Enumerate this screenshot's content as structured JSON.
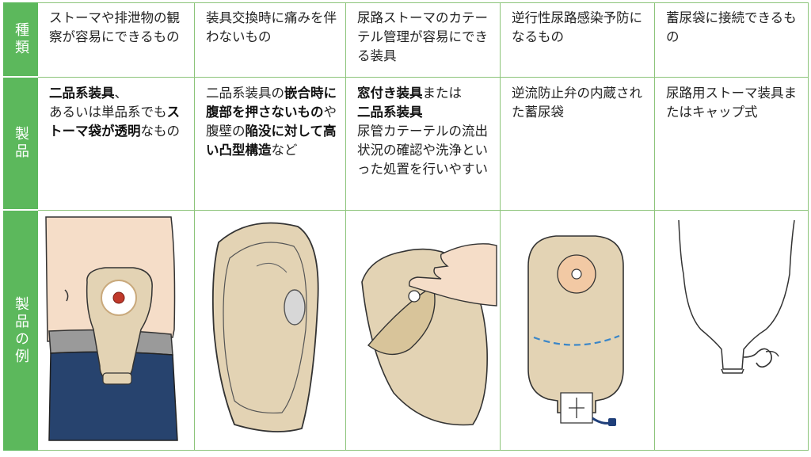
{
  "row_headers": {
    "type": "種類",
    "product": "製品",
    "example": "製品の例"
  },
  "types": [
    "ストーマや排泄物の観察が容易にできるもの",
    "装具交換時に痛みを伴わないもの",
    "尿路ストーマのカテーテル管理が容易にできる装具",
    "逆行性尿路感染予防になるもの",
    "蓄尿袋に接続できるもの"
  ],
  "products": {
    "c1": {
      "b1": "二品系装具",
      "t1": "、",
      "t2": "あるいは単品系でも",
      "b2": "ストーマ袋が透明",
      "t3": "なもの"
    },
    "c2": {
      "t1": "二品系装具の",
      "b1": "嵌合時に腹部を押さないもの",
      "t2": "や腹壁の",
      "b2": "陥没に対して高い凸型構造",
      "t3": "など"
    },
    "c3": {
      "b1": "窓付き装具",
      "t1": "または",
      "b2": "二品系装具",
      "t2": "尿管カテーテルの流出状況の確認や洗浄といった処置を行いやすい"
    },
    "c4": "逆流防止弁の内蔵された蓄尿袋",
    "c5": "尿路用ストーマ装具またはキャップ式"
  },
  "colors": {
    "header_green": "#5cb85c",
    "border_green": "#8cc47a",
    "pouch_beige": "#e3d3b4",
    "skin": "#f5ddc8",
    "jeans": "#27436e"
  }
}
